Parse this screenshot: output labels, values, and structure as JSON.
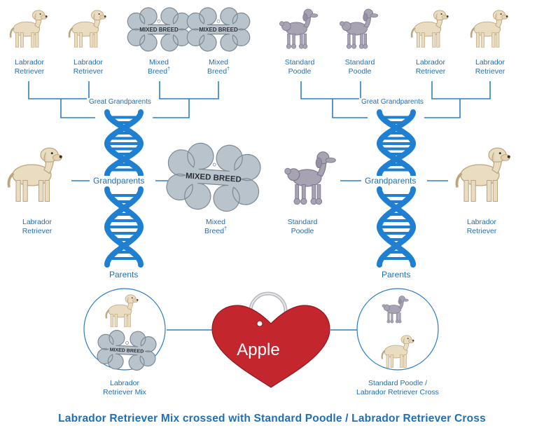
{
  "great_grandparents_label": "Great Grandparents",
  "grandparents_label": "Grandparents",
  "parents_label": "Parents",
  "tag_text": "MIXED BREED",
  "dog_name": "Apple",
  "dagger": "†",
  "left": {
    "great_grandparents": [
      {
        "line1": "Labrador",
        "line2": "Retriever",
        "kind": "lab"
      },
      {
        "line1": "Labrador",
        "line2": "Retriever",
        "kind": "lab"
      },
      {
        "line1": "Mixed",
        "line2": "Breed",
        "kind": "tag"
      },
      {
        "line1": "Mixed",
        "line2": "Breed",
        "kind": "tag"
      }
    ],
    "grandparents": [
      {
        "line1": "Labrador",
        "line2": "Retriever",
        "kind": "lab"
      },
      {
        "line1": "Mixed",
        "line2": "Breed",
        "kind": "tag"
      }
    ],
    "parent": {
      "line1": "Labrador",
      "line2": "Retriever Mix"
    }
  },
  "right": {
    "great_grandparents": [
      {
        "line1": "Standard",
        "line2": "Poodle",
        "kind": "poodle"
      },
      {
        "line1": "Standard",
        "line2": "Poodle",
        "kind": "poodle"
      },
      {
        "line1": "Labrador",
        "line2": "Retriever",
        "kind": "lab"
      },
      {
        "line1": "Labrador",
        "line2": "Retriever",
        "kind": "lab"
      }
    ],
    "grandparents": [
      {
        "line1": "Standard",
        "line2": "Poodle",
        "kind": "poodle"
      },
      {
        "line1": "Labrador",
        "line2": "Retriever",
        "kind": "lab"
      }
    ],
    "parent": {
      "line1": "Standard Poodle /",
      "line2": "Labrador Retriever Cross"
    }
  },
  "caption": "Labrador Retriever Mix crossed with Standard Poodle / Labrador Retriever Cross",
  "colors": {
    "line": "#2a7ec9",
    "text": "#1f6fb8",
    "dna": "#1f7fd1",
    "heart": "#c4262e",
    "tag": "#b9c3cb",
    "lab": "#e9dcc0",
    "poodle": "#a7a3b3"
  }
}
